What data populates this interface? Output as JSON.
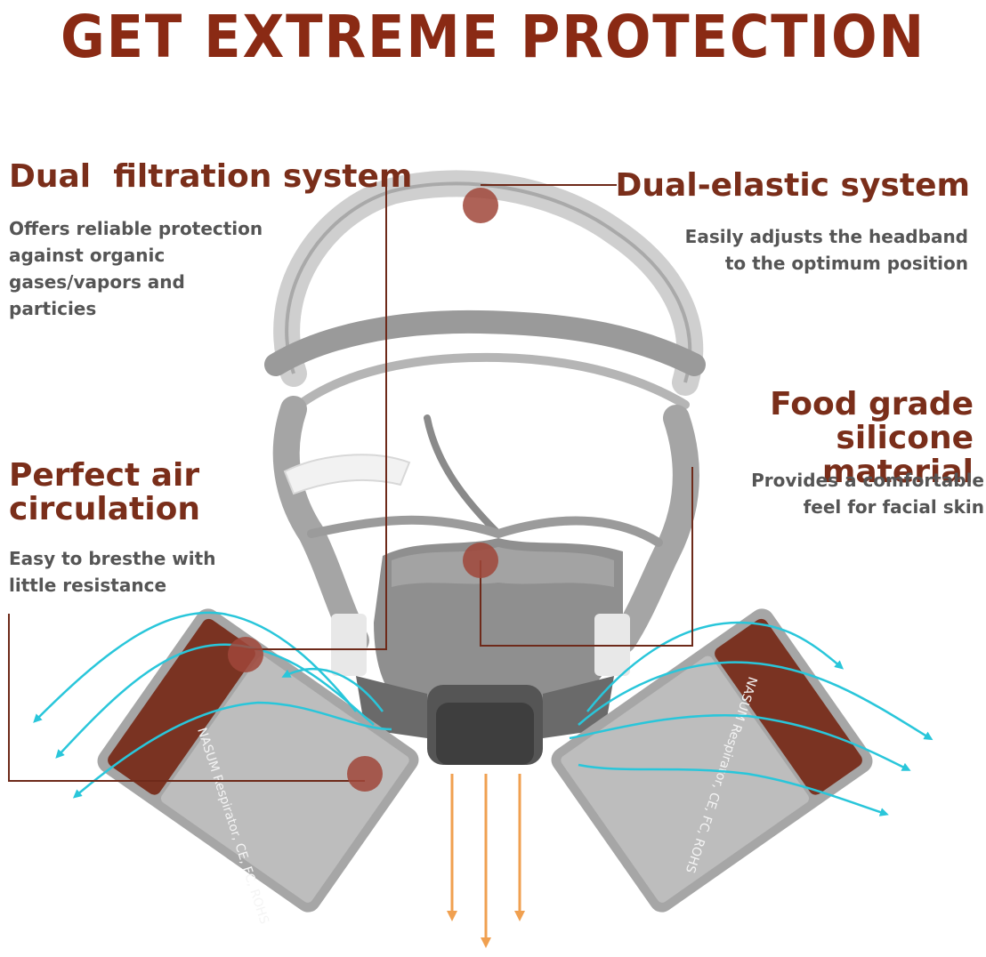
{
  "headline": "GET EXTREME PROTECTION",
  "colors": {
    "headline": "#8a2a14",
    "title": "#7a2e1a",
    "description": "#555555",
    "callout_line": "#6e2a1a",
    "callout_dot": "#a0473a",
    "airflow_out": "#29c6da",
    "airflow_down": "#f0a050",
    "mask_gray": "#8f8f8f",
    "cartridge_red": "#7a3322"
  },
  "features": [
    {
      "title": "Dual  filtration system",
      "description": "Offers reliable protection\nagainst organic\ngases/vapors and\nparticies"
    },
    {
      "title": "Dual-elastic system",
      "description": "Easily adjusts the headband\nto the optimum position"
    },
    {
      "title": "Food grade\nsilicone material",
      "description": "Provides a comfortable\nfeel for facial skin"
    },
    {
      "title": "Perfect air\ncirculation",
      "description": "Easy to bresthe with\nlittle resistance"
    }
  ],
  "cartridge_label": "NASUM Respirator, CE, FC, ROHS"
}
